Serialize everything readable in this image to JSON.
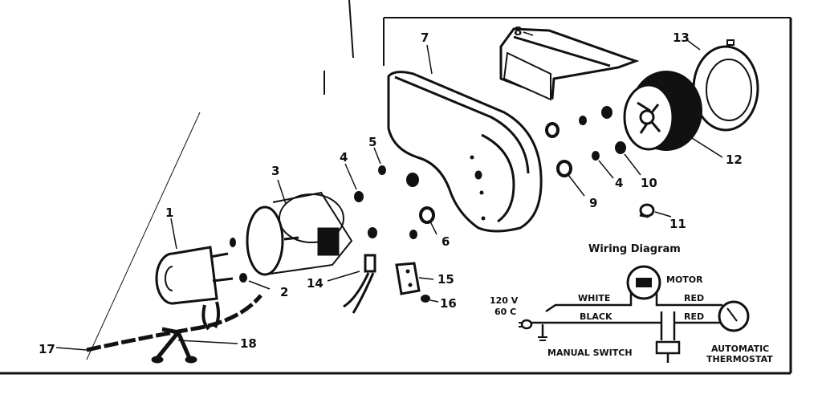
{
  "parts": [
    {
      "number": "1"
    },
    {
      "number": "2"
    },
    {
      "number": "3"
    },
    {
      "number": "4"
    },
    {
      "number": "5"
    },
    {
      "number": "6"
    },
    {
      "number": "7"
    },
    {
      "number": "8"
    },
    {
      "number": "9"
    },
    {
      "number": "4"
    },
    {
      "number": "10"
    },
    {
      "number": "11"
    },
    {
      "number": "12"
    },
    {
      "number": "13"
    },
    {
      "number": "14"
    },
    {
      "number": "15"
    },
    {
      "number": "16"
    },
    {
      "number": "17"
    },
    {
      "number": "18"
    }
  ],
  "wiring_diagram": {
    "title": "Wiring Diagram",
    "motor": "MOTOR",
    "voltage": "120 V",
    "frequency": "60 C",
    "white": "WHITE",
    "black": "BLACK",
    "red_top": "RED",
    "red_bottom": "RED",
    "manual_switch": "MANUAL SWITCH",
    "thermostat_line1": "AUTOMATIC",
    "thermostat_line2": "THERMOSTAT"
  }
}
